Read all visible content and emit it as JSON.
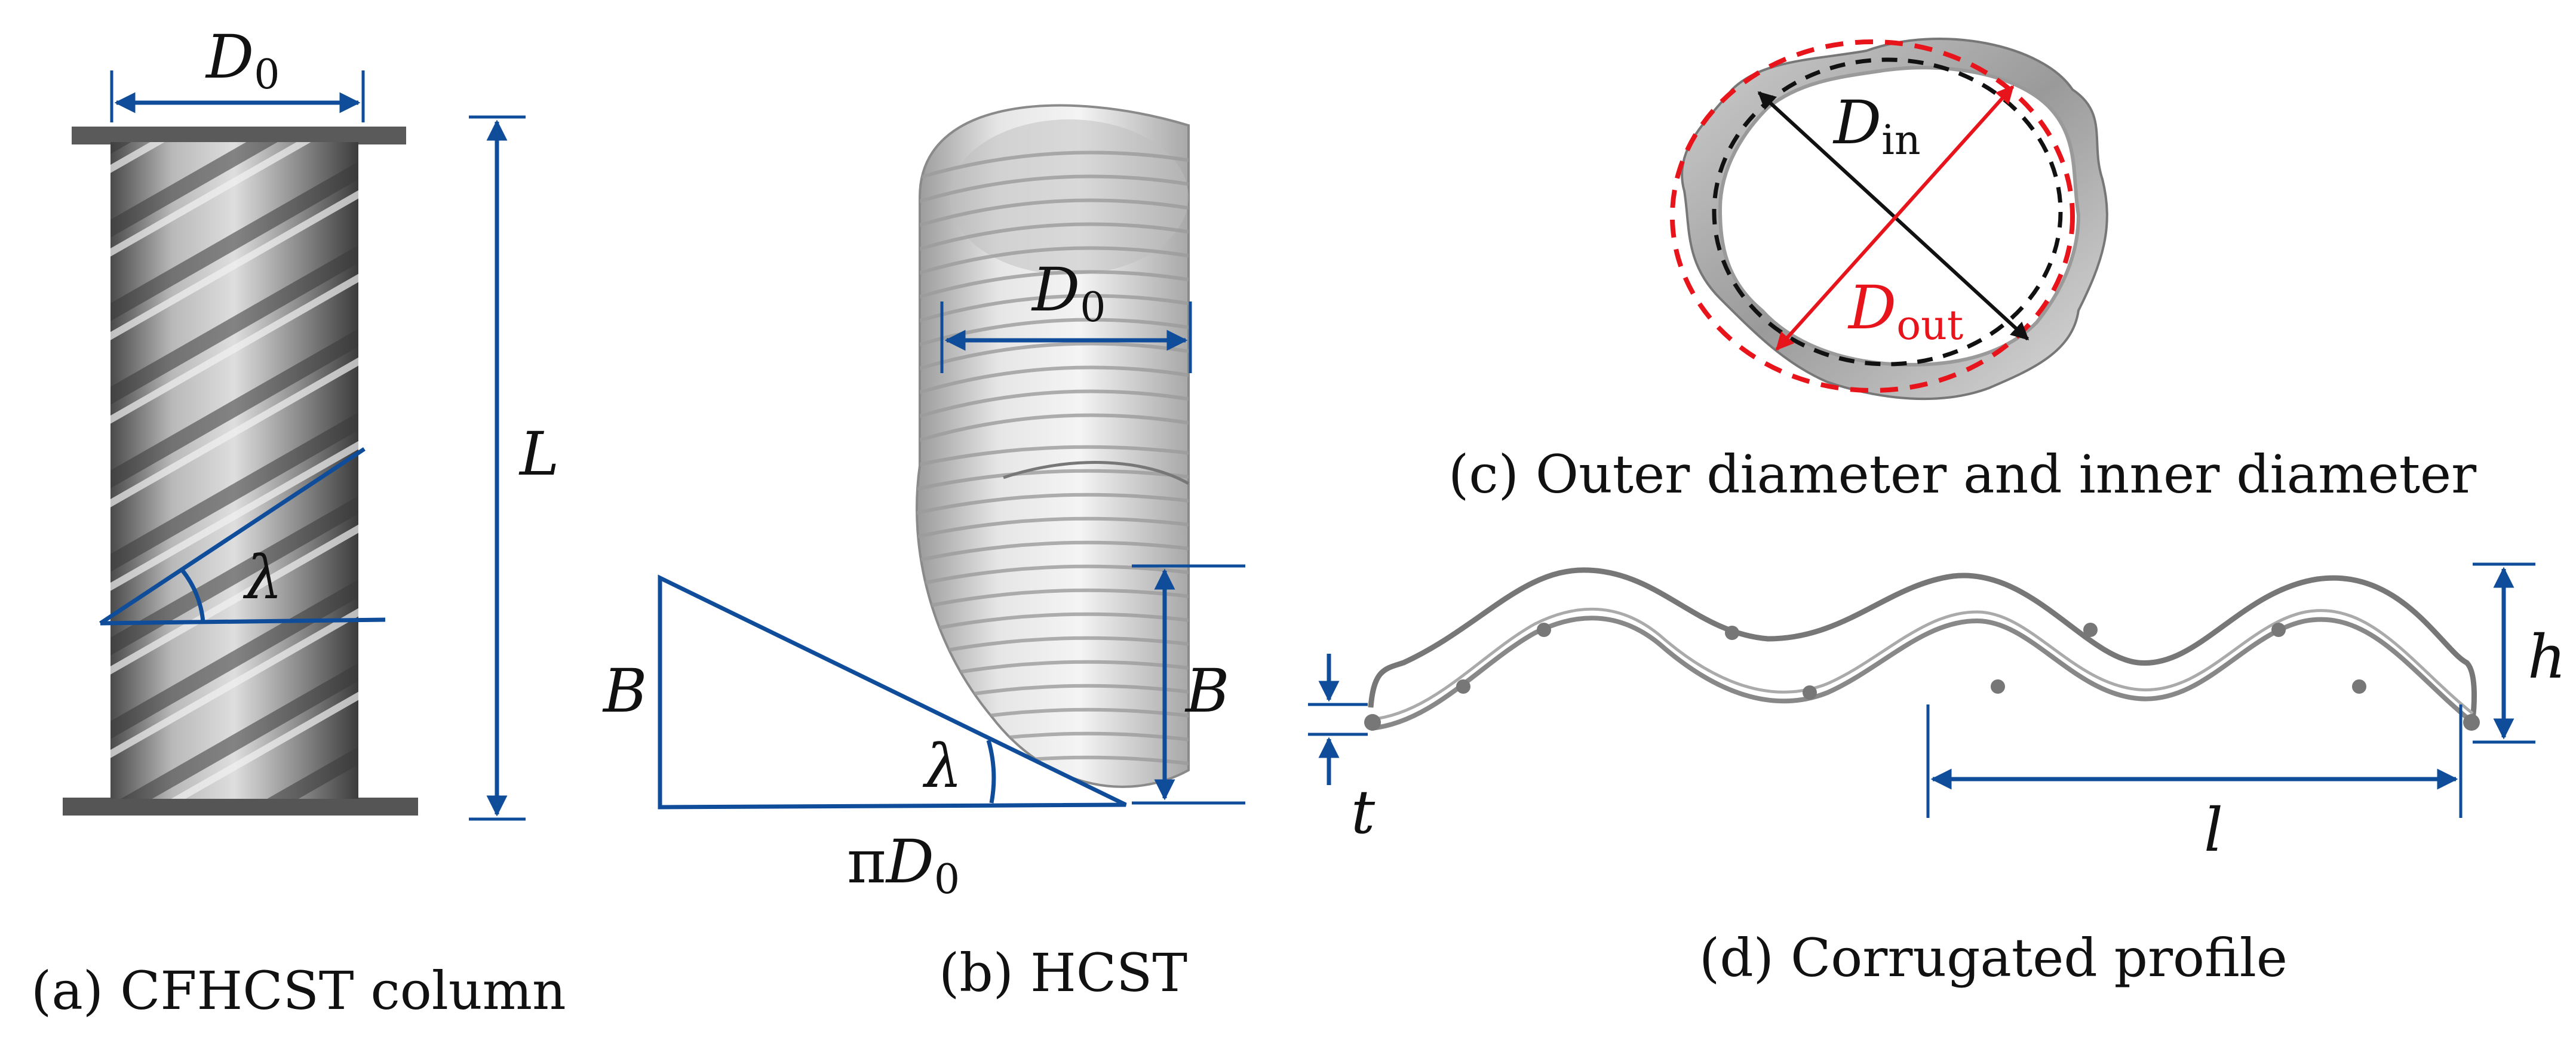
{
  "panels": {
    "a": {
      "caption": "(a) CFHCST column",
      "label_D0_main": "D",
      "label_D0_sub": "0",
      "label_L": "L",
      "label_lambda": "λ"
    },
    "b": {
      "caption": "(b) HCST",
      "label_D0_main": "D",
      "label_D0_sub": "0",
      "label_B_left": "B",
      "label_B_right": "B",
      "label_lambda": "λ",
      "label_piD0_pi": "π",
      "label_piD0_main": "D",
      "label_piD0_sub": "0"
    },
    "c": {
      "caption": "(c) Outer diameter and inner diameter",
      "label_Din_main": "D",
      "label_Din_sub": "in",
      "label_Dout_main": "D",
      "label_Dout_sub": "out"
    },
    "d": {
      "caption": "(d) Corrugated profile",
      "label_h": "h",
      "label_t": "t",
      "label_l": "l"
    }
  },
  "colors": {
    "dimension_blue": "#0f4d9a",
    "outer_red": "#e8141b",
    "inner_black": "#111111",
    "metal_gray": "#8a8a8a"
  }
}
